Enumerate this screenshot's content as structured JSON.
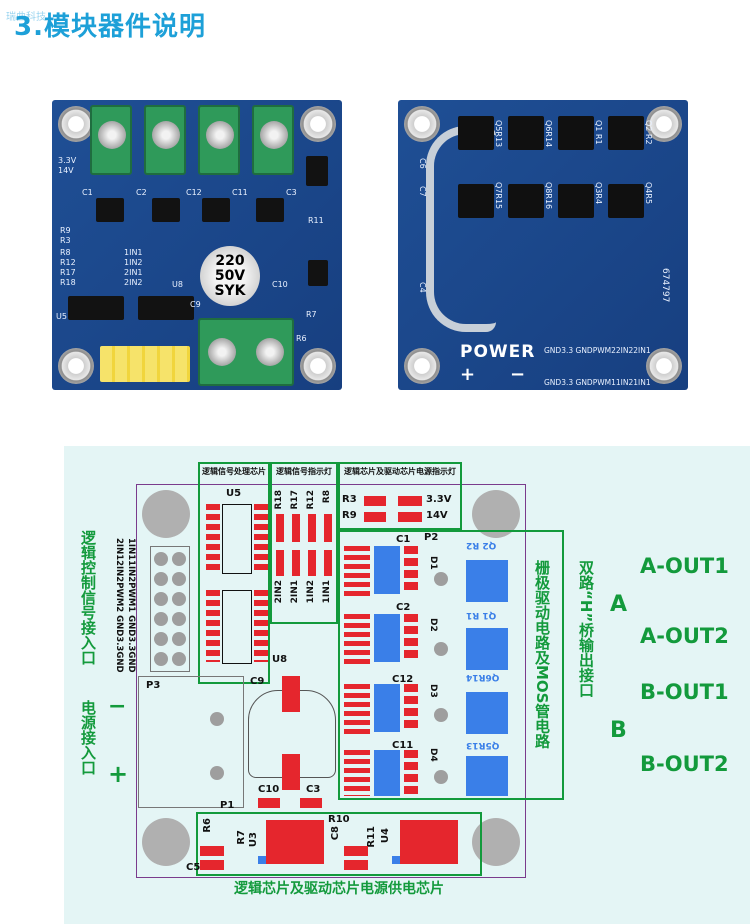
{
  "header": {
    "watermark": "瑞曲科技",
    "title": "3.模块器件说明"
  },
  "front_board": {
    "capacitor_lines": [
      "220",
      "50V",
      "SYK"
    ],
    "silk_labels": [
      "3.3V",
      "14V",
      "R9",
      "R3",
      "R8",
      "R12",
      "R17",
      "R18",
      "1IN1",
      "1IN2",
      "2IN1",
      "2IN2",
      "U5",
      "U8",
      "C9",
      "R7",
      "R6",
      "R11",
      "C10",
      "C11",
      "C12",
      "C1",
      "C2",
      "C3"
    ]
  },
  "back_board": {
    "power_label": "POWER",
    "plus": "+",
    "minus": "−",
    "part_code": "674797",
    "pin_row_top": "GND3.3 GNDPWM22IN22IN1",
    "pin_row_bottom": "GND3.3 GNDPWM11IN21IN1",
    "silk_labels": [
      "Q5R13",
      "Q6R14",
      "Q1 R1",
      "Q2 R2",
      "Q7R15",
      "Q8R16",
      "Q3R4",
      "Q4R5",
      "C6",
      "C7",
      "C4"
    ]
  },
  "diagram": {
    "zone_titles": {
      "logic_chip": "逻辑信号处理芯片",
      "indicator": "逻辑信号指示灯",
      "power_led": "逻辑芯片及驱动芯片电源指示灯",
      "bottom": "逻辑芯片及驱动芯片电源供电芯片"
    },
    "labels": {
      "U5": "U5",
      "U8": "U8",
      "P3": "P3",
      "P1": "P1",
      "P2": "P2",
      "C9": "C9",
      "C10": "C10",
      "C3": "C3",
      "C5": "C5",
      "C8": "C8",
      "C1": "C1",
      "C2": "C2",
      "C12": "C12",
      "C11": "C11",
      "R3": "R3",
      "R9": "R9",
      "v33": "3.3V",
      "v14": "14V",
      "R6": "R6",
      "R7": "R7",
      "U3": "U3",
      "R10": "R10",
      "R11": "R11",
      "U4": "U4",
      "R18": "R18",
      "R17": "R17",
      "R12": "R12",
      "R8": "R8",
      "in22": "2IN2",
      "in21": "2IN1",
      "in12": "1IN2",
      "in11": "1IN1",
      "D1": "D1",
      "D2": "D2",
      "D3": "D3",
      "D4": "D4",
      "Q2R2": "Q2 R2",
      "Q1R1": "Q1 R1",
      "Q6R14": "Q6R14",
      "Q5R13": "Q5R13",
      "pin_row_1": "2IN12IN2PWM2 GND3.3GND",
      "pin_row_2": "1IN11IN2PWM1 GND3.3GND"
    },
    "side_texts": {
      "logic_input": "逻辑控制信号接入口",
      "power_input": "电源接入口",
      "minus": "−",
      "plus": "+",
      "mos_drive": "栅极驱动电路及MOS管电路",
      "h_bridge": "双路“H”桥输出接口"
    },
    "outputs": [
      "A-OUT1",
      "A-OUT2",
      "B-OUT1",
      "B-OUT2"
    ],
    "groups": [
      "A",
      "B"
    ]
  }
}
